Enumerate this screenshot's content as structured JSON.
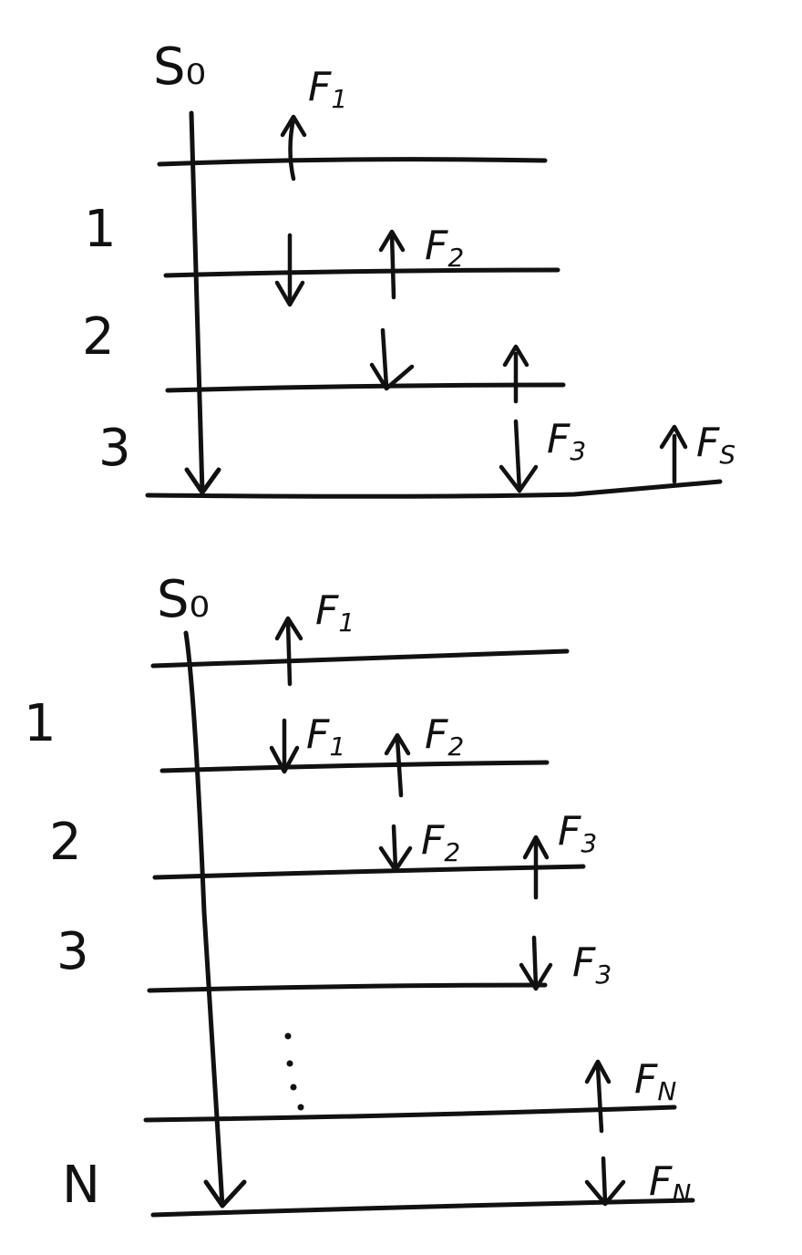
{
  "diagrams": [
    {
      "top_label": "S₀",
      "layer_labels": [
        "1",
        "2",
        "3"
      ],
      "forces": [
        {
          "base": "F",
          "sub": "1"
        },
        {
          "base": "F",
          "sub": "2"
        },
        {
          "base": "F",
          "sub": "3"
        },
        {
          "base": "F",
          "sub": "S"
        }
      ]
    },
    {
      "top_label": "S₀",
      "layer_labels": [
        "1",
        "2",
        "3",
        "N"
      ],
      "forces": [
        {
          "base": "F",
          "sub": "1"
        },
        {
          "base": "F",
          "sub": "1"
        },
        {
          "base": "F",
          "sub": "2"
        },
        {
          "base": "F",
          "sub": "2"
        },
        {
          "base": "F",
          "sub": "3"
        },
        {
          "base": "F",
          "sub": "3"
        },
        {
          "base": "F",
          "sub": "N"
        },
        {
          "base": "F",
          "sub": "N"
        }
      ]
    }
  ]
}
